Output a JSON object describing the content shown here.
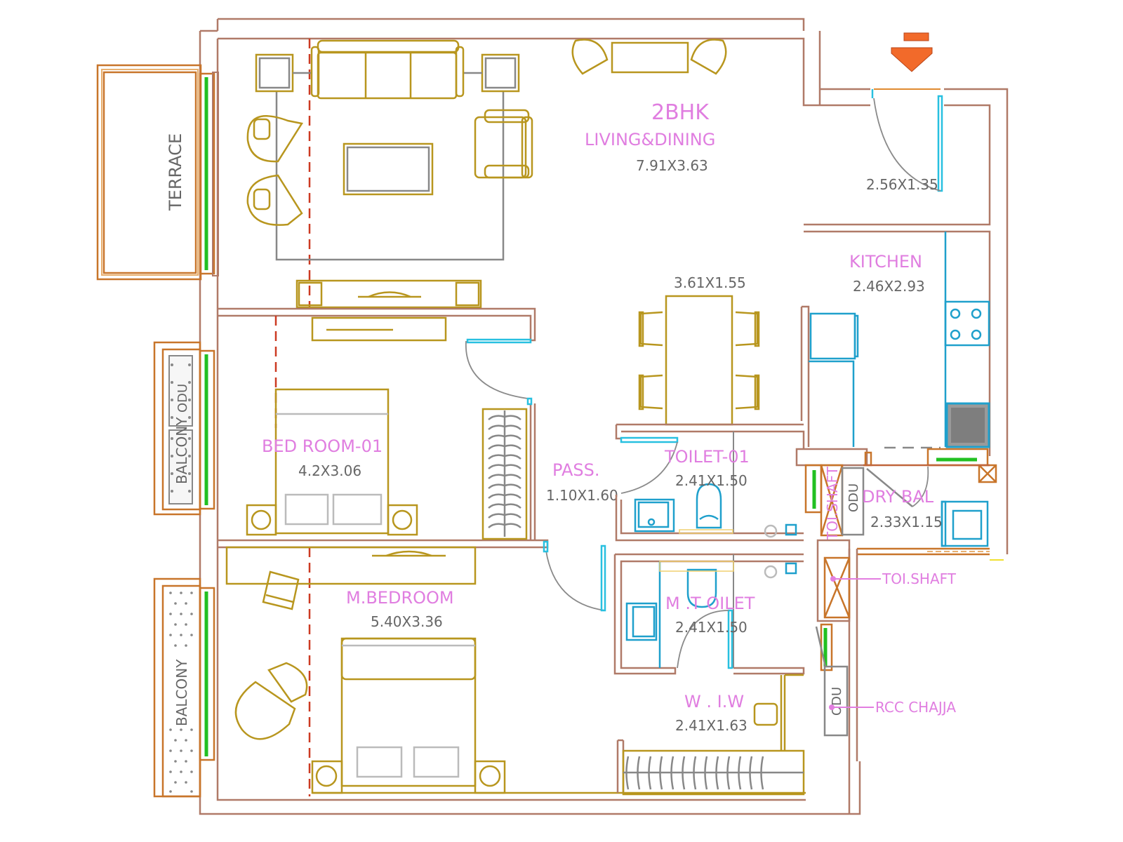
{
  "plan": {
    "title": "2BHK",
    "rooms": {
      "living": {
        "name": "LIVING&DINING",
        "size": "7.91X3.63"
      },
      "foyer": {
        "name": "",
        "size": "2.56X1.35"
      },
      "dining": {
        "name": "",
        "size": "3.61X1.55"
      },
      "kitchen": {
        "name": "KITCHEN",
        "size": "2.46X2.93"
      },
      "bedroom1": {
        "name": "BED ROOM-01",
        "size": "4.2X3.06"
      },
      "passage": {
        "name": "PASS.",
        "size": "1.10X1.60"
      },
      "toilet1": {
        "name": "TOILET-01",
        "size": "2.41X1.50"
      },
      "drybal": {
        "name": "DRY BAL",
        "size": "2.33X1.15"
      },
      "mbedroom": {
        "name": "M.BEDROOM",
        "size": "5.40X3.36"
      },
      "mtoilet": {
        "name": "M .T OILET",
        "size": "2.41X1.50"
      },
      "wiw": {
        "name": "W . I.W",
        "size": "2.41X1.63"
      }
    },
    "outdoor": {
      "terrace": "TERRACE",
      "balcony1": "BALCONY",
      "balcony1_odu": "ODU",
      "balcony2": "BALCONY"
    },
    "annotations": {
      "toi_shaft_vertical": "TOI.SHAFT",
      "toi_shaft_callout": "TOI.SHAFT",
      "rcc_chajja": "RCC CHAJJA",
      "odu_drybal": "ODU",
      "odu_chajja": "ODU"
    },
    "icons": {
      "entry": "entry-arrow-icon",
      "colors": {
        "wall": "#b07a68",
        "furniture": "#b8961e",
        "sanitary": "#1fa0cc",
        "glass": "#22c022",
        "label": "#e07ee0",
        "dimension": "#666666",
        "entry_arrow": "#f26a2a"
      }
    }
  }
}
